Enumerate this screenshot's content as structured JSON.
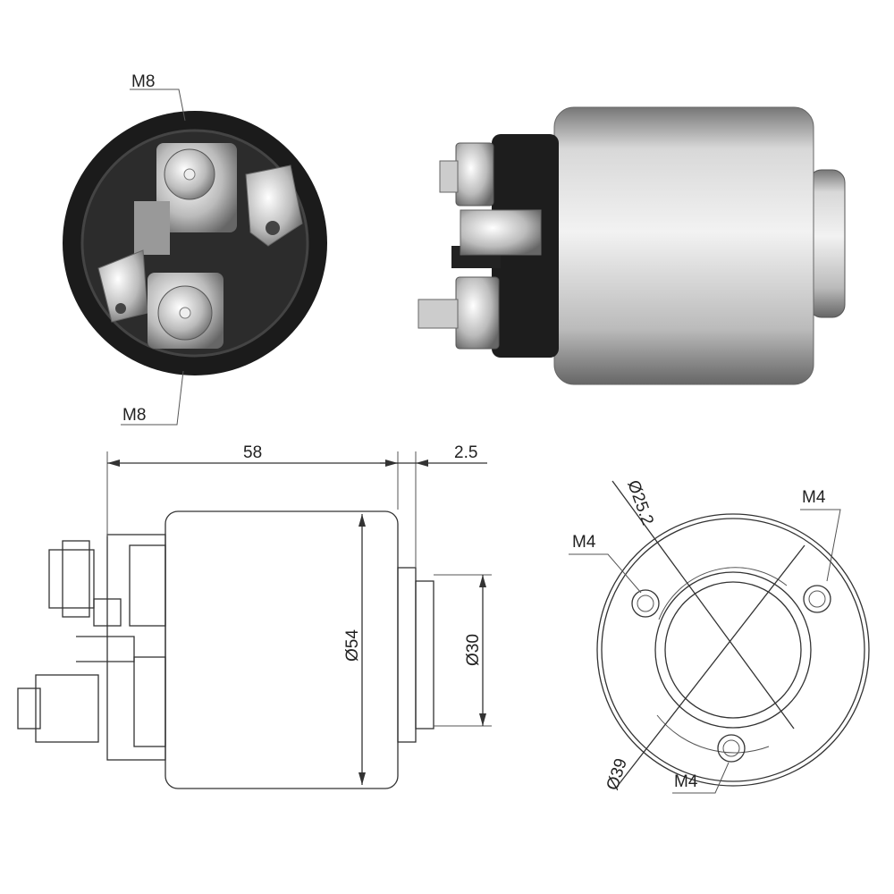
{
  "photo_end_view": {
    "labels": {
      "top": "M8",
      "bottom": "M8"
    }
  },
  "side_drawing": {
    "length": "58",
    "flange": "2.5",
    "body_diameter": "Ø54",
    "boss_diameter": "Ø30"
  },
  "end_drawing": {
    "inner_diameter": "Ø25.2",
    "bolt_circle": "Ø39",
    "hole_left": "M4",
    "hole_right": "M4",
    "hole_bottom": "M4"
  },
  "colors": {
    "line": "#333333",
    "body_dark": "#1a1a1a",
    "metal": "#c8c8c8"
  }
}
